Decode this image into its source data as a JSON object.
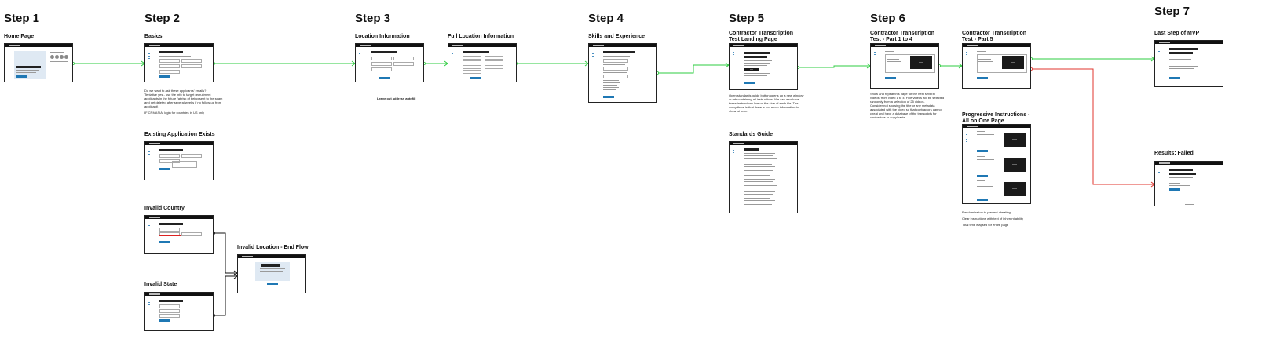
{
  "steps": {
    "s1": "Step 1",
    "s2": "Step 2",
    "s3": "Step 3",
    "s4": "Step 4",
    "s5": "Step 5",
    "s6": "Step 6",
    "s7": "Step 7"
  },
  "screens": {
    "home": "Home Page",
    "basics": "Basics",
    "existing": "Existing Application Exists",
    "invalid_country": "Invalid Country",
    "invalid_state": "Invalid State",
    "invalid_location": "Invalid Location - End Flow",
    "location": "Location Information",
    "full_location": "Full Location Information",
    "skills": "Skills and Experience",
    "landing_1": "Contractor Transcription",
    "landing_2": "Test Landing Page",
    "standards": "Standards Guide",
    "part14_1": "Contractor Transcription",
    "part14_2": "Test - Part 1 to 4",
    "part5_1": "Contractor Transcription",
    "part5_2": "Test - Part 5",
    "progressive_1": "Progressive Instructions -",
    "progressive_2": "All on One Page",
    "last_step": "Last Step of MVP",
    "failed": "Results: Failed"
  },
  "notes": {
    "basics": [
      "Do we want to ask these applicants' emails?",
      "Tentative yes - use the info to target recruitment",
      "applicants in the future (at risk of being sent to the spam",
      "and get deleted after several weeks if no follow-up from",
      "applicant)",
      "",
      "IF CRMASIA, login for countries in US only"
    ],
    "location": [
      "Leave out address autofill"
    ],
    "landing": [
      "Open standards guide button opens up a new window",
      "or tab containing all instructions. We can also have",
      "these instructions live on the side of each file. The",
      "worry there is that there is too much information to",
      "show at once."
    ],
    "part14": [
      "Show and repeat this page for the next several",
      "videos, from video 1 to 4. Five videos will be selected",
      "randomly from a selection of 25 videos.",
      "Consider not showing the title or any metadata",
      "associated with the video so that contractors cannot",
      "cheat and have a database of the transcripts for",
      "contractors to copy/paste."
    ],
    "progressive": [
      "Randomization to prevent cheating",
      "Clear instructions with text of inherent ability",
      "Total time elapsed for entire page"
    ]
  },
  "colors": {
    "success": "#2ecc40",
    "failure": "#e0342c",
    "neutral": "#111111"
  }
}
